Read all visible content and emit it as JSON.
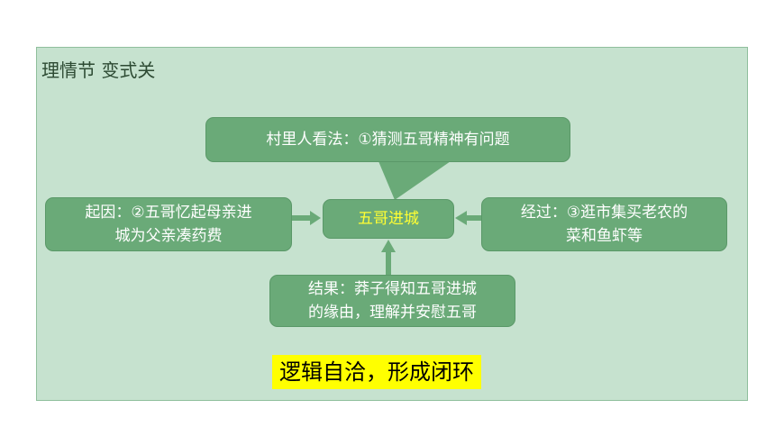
{
  "title": "理情节 变式关",
  "nodes": {
    "top": {
      "line1": "村里人看法：①猜测五哥精神有问题"
    },
    "left": {
      "line1": "起因：②五哥忆起母亲进",
      "line2": "城为父亲凑药费"
    },
    "center": {
      "label": "五哥进城"
    },
    "right": {
      "line1": "经过：③逛市集买老农的",
      "line2": "菜和鱼虾等"
    },
    "bottom": {
      "line1": "结果：莽子得知五哥进城",
      "line2": "的缘由，理解并安慰五哥"
    }
  },
  "conclusion": "逻辑自洽，形成闭环",
  "colors": {
    "panel_bg": "#c6e2cf",
    "box_fill": "#6aaa78",
    "center_text": "#ffff33",
    "highlight": "#ffff00"
  }
}
